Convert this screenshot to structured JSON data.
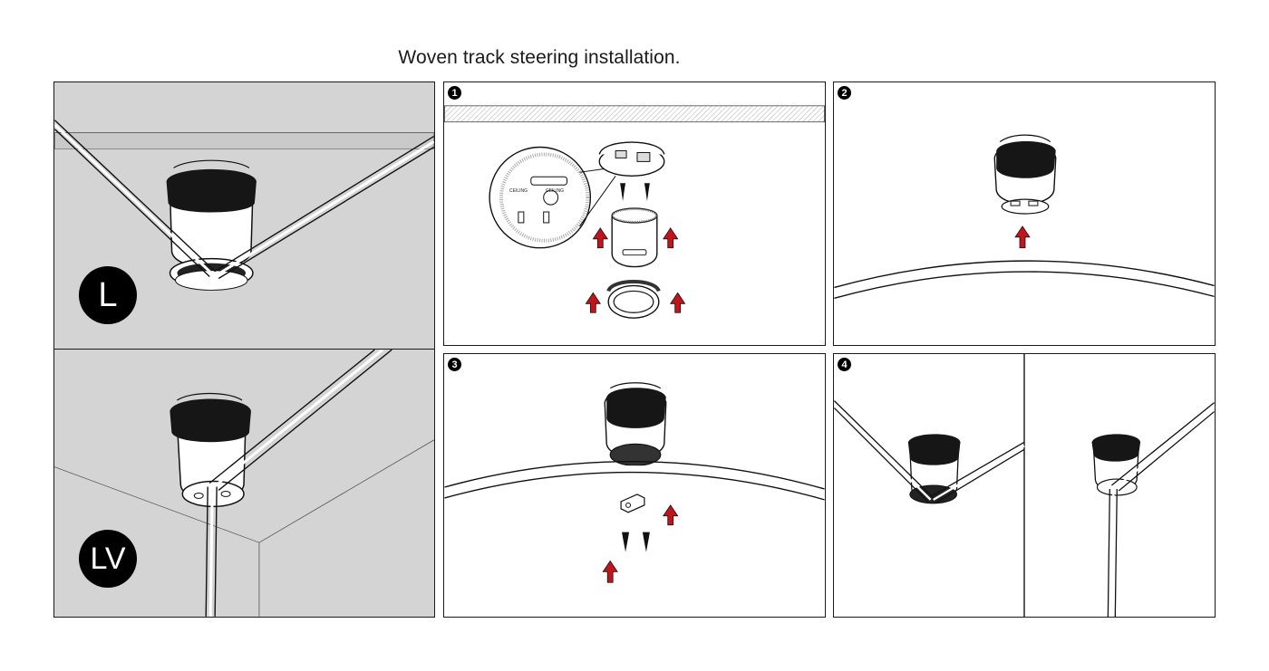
{
  "title": "Woven track steering installation.",
  "panels": {
    "l": {
      "badge": "L"
    },
    "lv": {
      "badge": "LV"
    },
    "step1": {
      "number": "1",
      "detail_left": "CEILING",
      "detail_right": "CEILING"
    },
    "step2": {
      "number": "2"
    },
    "step3": {
      "number": "3"
    },
    "step4": {
      "number": "4"
    }
  },
  "colors": {
    "arrow": "#c3141c",
    "wall": "#d4d4d4",
    "ink": "#1a1a1a"
  }
}
